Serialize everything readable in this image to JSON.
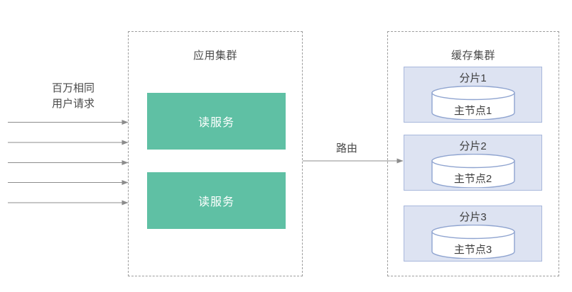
{
  "diagram": {
    "background_color": "#ffffff",
    "title": "",
    "left_label": {
      "line1": "百万相同",
      "line2": "用户请求"
    },
    "request_arrows": {
      "count": 5,
      "color": "#8c8c8c"
    },
    "route_arrow": {
      "label": "路由",
      "color": "#8c8c8c"
    },
    "app_cluster": {
      "title": "应用集群",
      "border_color": "#9d9d9d",
      "services": [
        {
          "label": "读服务",
          "color": "#5fc0a4"
        },
        {
          "label": "读服务",
          "color": "#5fc0a4"
        }
      ]
    },
    "cache_cluster": {
      "title": "缓存集群",
      "border_color": "#9d9d9d",
      "shard_fill": "#dde3f2",
      "shard_border": "#a8b8dc",
      "shards": [
        {
          "title": "分片1",
          "node": "主节点1"
        },
        {
          "title": "分片2",
          "node": "主节点2"
        },
        {
          "title": "分片3",
          "node": "主节点3"
        }
      ]
    }
  }
}
